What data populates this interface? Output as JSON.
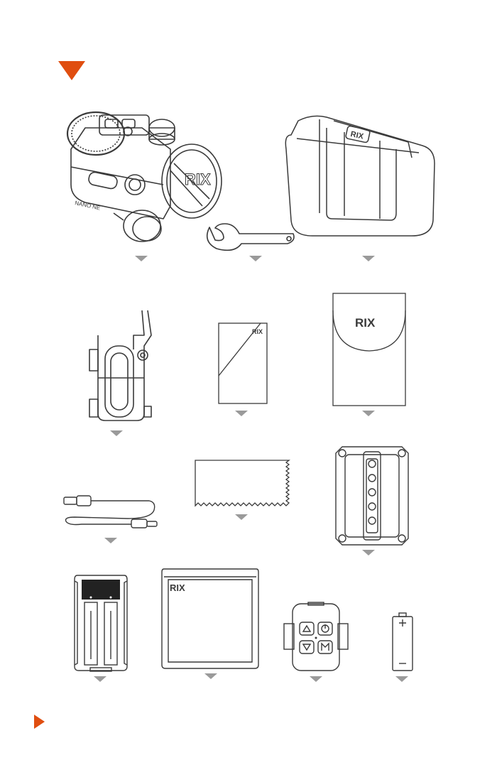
{
  "brand": "RIX",
  "device": {
    "model_label": "NANO NE"
  },
  "colors": {
    "accent": "#E04E10",
    "marker": "#9a9a9a",
    "line": "#3a3a3a"
  },
  "icons": {
    "section_marker": "orange-down-triangle",
    "item_marker": "gray-down-triangle",
    "footer_marker": "orange-right-triangle"
  }
}
